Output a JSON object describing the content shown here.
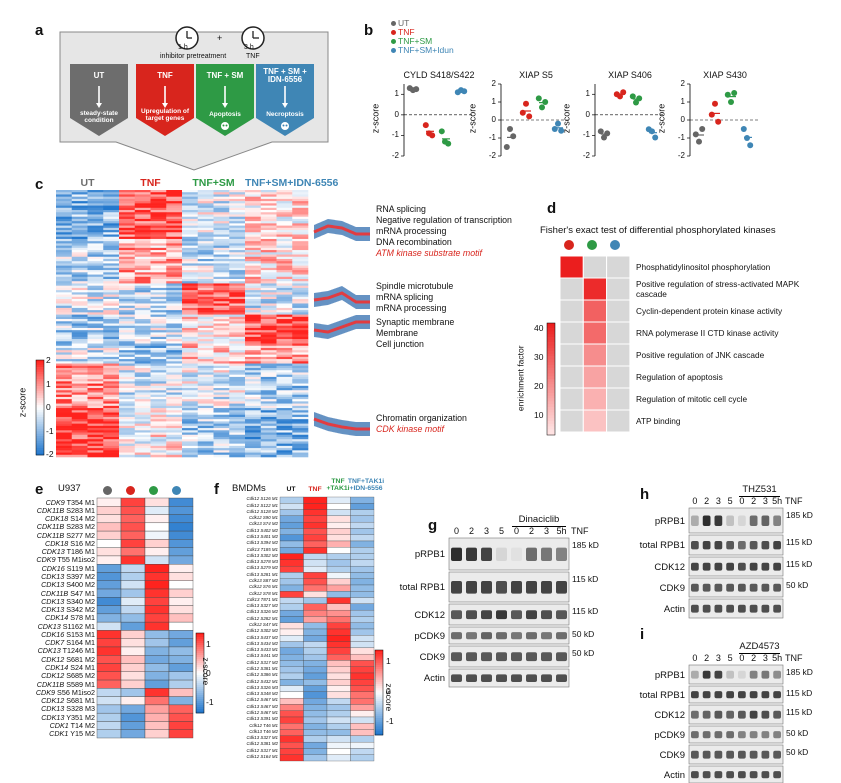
{
  "labels": {
    "a": "a",
    "b": "b",
    "c": "c",
    "d": "d",
    "e": "e",
    "f": "f",
    "g": "g",
    "h": "h",
    "i": "i"
  },
  "panel_a": {
    "clock1": "1 h",
    "clock2": "3 h",
    "plus": "+",
    "pretreat": "inhibitor pretreatment",
    "tnf_top": "TNF",
    "arrows": [
      {
        "title": "UT",
        "body": "steady-state condition",
        "color": "#6d6d6d"
      },
      {
        "title": "TNF",
        "body": "Upregulation of target genes",
        "color": "#d8251d"
      },
      {
        "title": "TNF + SM",
        "body": "Apoptosis",
        "color": "#2e9a45"
      },
      {
        "title": "TNF + SM + IDN-6556",
        "body": "Necroptosis",
        "color": "#3f86b5"
      }
    ]
  },
  "panel_b": {
    "legend": [
      {
        "label": "UT",
        "color": "#666666"
      },
      {
        "label": "TNF",
        "color": "#d8251d"
      },
      {
        "label": "TNF+SM",
        "color": "#2e9a45"
      },
      {
        "label": "TNF+SM+Idun",
        "color": "#3f86b5"
      }
    ],
    "ylabel": "z-score",
    "plots": [
      {
        "title": "CYLD S418/S422",
        "yticks": [
          "1",
          "0",
          "-1",
          "-2"
        ],
        "ymin": -2,
        "ymax": 1.5,
        "groups": [
          [
            1.3,
            1.2,
            1.25
          ],
          [
            -0.5,
            -0.9,
            -1.0
          ],
          [
            -0.8,
            -1.3,
            -1.4
          ],
          [
            1.1,
            1.2,
            1.15
          ]
        ]
      },
      {
        "title": "XIAP S5",
        "yticks": [
          "2",
          "1",
          "0",
          "-1",
          "-2"
        ],
        "ymin": -2,
        "ymax": 2,
        "groups": [
          [
            -1.5,
            -0.5,
            -0.9
          ],
          [
            0.4,
            0.9,
            0.2
          ],
          [
            1.2,
            0.7,
            1.0
          ],
          [
            -0.5,
            -0.2,
            -0.6
          ]
        ]
      },
      {
        "title": "XIAP S406",
        "yticks": [
          "1",
          "0",
          "-1",
          "-2"
        ],
        "ymin": -2,
        "ymax": 1.5,
        "groups": [
          [
            -0.8,
            -1.1,
            -0.9
          ],
          [
            1.0,
            0.9,
            1.1
          ],
          [
            0.9,
            0.6,
            0.8
          ],
          [
            -0.7,
            -0.8,
            -1.1
          ]
        ]
      },
      {
        "title": "XIAP S430",
        "yticks": [
          "2",
          "1",
          "0",
          "-1",
          "-2"
        ],
        "ymin": -2,
        "ymax": 2,
        "groups": [
          [
            -0.8,
            -1.2,
            -0.5
          ],
          [
            0.3,
            0.9,
            -0.1
          ],
          [
            1.4,
            1.0,
            1.5
          ],
          [
            -0.5,
            -1.0,
            -1.4
          ]
        ]
      }
    ]
  },
  "panel_c": {
    "groups": [
      {
        "label": "UT",
        "color": "#6d6d6d"
      },
      {
        "label": "TNF",
        "color": "#d8251d"
      },
      {
        "label": "TNF+SM",
        "color": "#2e9a45"
      },
      {
        "label": "TNF+SM+IDN-6556",
        "color": "#3f86b5"
      }
    ],
    "colorbar_label": "z-score",
    "colorbar_ticks": [
      "2",
      "1",
      "0",
      "-1",
      "-2"
    ],
    "annotations": [
      {
        "lines": [
          "RNA splicing",
          "Negative regulation of transcription",
          "mRNA processing",
          "DNA recombination"
        ],
        "red": "ATM kinase substrate motif"
      },
      {
        "lines": [
          "Spindle microtubule",
          "mRNA splicing",
          "mRNA processing"
        ],
        "red": ""
      },
      {
        "lines": [
          "Synaptic membrane",
          "Membrane",
          "Cell junction"
        ],
        "red": ""
      },
      {
        "lines": [
          "Chromatin organization"
        ],
        "red": "CDK kinase motif"
      }
    ]
  },
  "panel_d": {
    "title": "Fisher's exact test of differential phosphorylated kinases",
    "dot_colors": [
      "#d8251d",
      "#2e9a45",
      "#3f86b5"
    ],
    "ylabel": "enrichment factor",
    "cbar_ticks": [
      "40",
      "30",
      "20",
      "10"
    ],
    "terms": [
      "Phosphatidylinositol phosphorylation",
      "Positive regulation of stress-activated MAPK cascade",
      "Cyclin-dependent protein kinase activity",
      "RNA polymerase II CTD kinase activity",
      "Positive regulation of JNK cascade",
      "Regulation of apoptosis",
      "Regulation of mitotic cell cycle",
      "ATP binding"
    ],
    "matrix": [
      [
        45,
        0,
        0
      ],
      [
        0,
        42,
        0
      ],
      [
        0,
        30,
        0
      ],
      [
        0,
        28,
        0
      ],
      [
        0,
        20,
        0
      ],
      [
        0,
        15,
        0
      ],
      [
        0,
        12,
        0
      ],
      [
        0,
        8,
        0
      ]
    ]
  },
  "panel_e": {
    "title": "U937",
    "dot_colors": [
      "#666666",
      "#d8251d",
      "#2e9a45",
      "#3f86b5"
    ],
    "rows": [
      {
        "gene": "CDK9",
        "site": " T354 M1"
      },
      {
        "gene": "CDK11B",
        "site": " S283 M1"
      },
      {
        "gene": "CDK18",
        "site": " S14 M2"
      },
      {
        "gene": "CDK11B",
        "site": " S283 M2"
      },
      {
        "gene": "CDK11B",
        "site": " S277 M2"
      },
      {
        "gene": "CDK18",
        "site": " S16 M2"
      },
      {
        "gene": "CDK13",
        "site": " T186 M1"
      },
      {
        "gene": "CDK9",
        "site": " T55 M1iso2"
      },
      {
        "gene": "CDK16",
        "site": " S119 M1"
      },
      {
        "gene": "CDK13",
        "site": " S397 M2"
      },
      {
        "gene": "CDK13",
        "site": " S400 M2"
      },
      {
        "gene": "CDK11B",
        "site": " S47 M1"
      },
      {
        "gene": "CDK13",
        "site": " S340 M2"
      },
      {
        "gene": "CDK13",
        "site": " S342 M2"
      },
      {
        "gene": "CDK14",
        "site": " S78 M1"
      },
      {
        "gene": "CDK13",
        "site": " S1162 M1"
      },
      {
        "gene": "CDK16",
        "site": " S153 M1"
      },
      {
        "gene": "CDK7",
        "site": " S164 M1"
      },
      {
        "gene": "CDK13",
        "site": " T1246 M1"
      },
      {
        "gene": "CDK12",
        "site": " S681 M2"
      },
      {
        "gene": "CDK14",
        "site": " S24 M1"
      },
      {
        "gene": "CDK12",
        "site": " S685 M2"
      },
      {
        "gene": "CDK11B",
        "site": " S589 M1"
      },
      {
        "gene": "CDK9",
        "site": " S56 M1iso2"
      },
      {
        "gene": "CDK12",
        "site": " S681 M1"
      },
      {
        "gene": "CDK13",
        "site": " S328 M3"
      },
      {
        "gene": "CDK13",
        "site": " Y351 M2"
      },
      {
        "gene": "CDK1",
        "site": " T14 M2"
      },
      {
        "gene": "CDK1",
        "site": " Y15 M2"
      }
    ],
    "matrix": [
      [
        0.1,
        1.2,
        0.2,
        -1.2
      ],
      [
        0.3,
        1.1,
        -0.2,
        -1.1
      ],
      [
        0.2,
        1.0,
        0.1,
        -1.2
      ],
      [
        0.4,
        1.1,
        0.0,
        -1.3
      ],
      [
        0.3,
        1.0,
        -0.1,
        -1.2
      ],
      [
        0.0,
        1.2,
        0.3,
        -1.1
      ],
      [
        0.2,
        0.9,
        0.1,
        -1.0
      ],
      [
        0.1,
        1.3,
        -0.3,
        -0.9
      ],
      [
        -1.0,
        -0.4,
        1.4,
        0.1
      ],
      [
        -1.1,
        -0.5,
        1.3,
        0.2
      ],
      [
        -1.0,
        -0.3,
        1.4,
        0.0
      ],
      [
        -0.9,
        -0.6,
        1.3,
        0.3
      ],
      [
        -1.2,
        -0.2,
        1.2,
        0.1
      ],
      [
        -1.0,
        -0.4,
        1.3,
        0.2
      ],
      [
        -0.8,
        -0.7,
        1.2,
        0.4
      ],
      [
        -0.3,
        -1.0,
        1.3,
        0.0
      ],
      [
        1.3,
        0.3,
        -0.7,
        -0.9
      ],
      [
        1.2,
        0.2,
        -0.6,
        -1.0
      ],
      [
        1.3,
        0.1,
        -0.8,
        -0.7
      ],
      [
        1.1,
        0.4,
        -0.9,
        -0.8
      ],
      [
        1.2,
        0.3,
        -0.7,
        -1.0
      ],
      [
        1.1,
        0.2,
        -0.8,
        -0.6
      ],
      [
        1.0,
        0.3,
        -1.0,
        -0.5
      ],
      [
        -0.4,
        -0.6,
        1.3,
        0.4
      ],
      [
        -0.3,
        0.1,
        0.9,
        -0.8
      ],
      [
        -0.6,
        -0.9,
        0.6,
        1.0
      ],
      [
        -0.5,
        -1.1,
        0.5,
        1.1
      ],
      [
        -0.4,
        -1.0,
        0.4,
        1.2
      ],
      [
        -0.5,
        -0.9,
        0.3,
        1.2
      ]
    ],
    "colorbar_label": "z-score",
    "colorbar_ticks": [
      "1",
      "0",
      "-1"
    ]
  },
  "panel_f": {
    "title": "BMDMs",
    "cols": [
      {
        "label": "UT",
        "color": "#111111"
      },
      {
        "label": "TNF",
        "color": "#d8251d"
      },
      {
        "label": "TNF +TAK1i",
        "color": "#2e9a45"
      },
      {
        "label": "TNF+TAK1i +IDN-6556",
        "color": "#3f86b5"
      }
    ],
    "rows": [
      "Cdk12 S126 M1",
      "Cdk12 S122 M1",
      "Cdk12 S128 M2",
      "Cdk12 S90 M1",
      "Cdk13 S74 M2",
      "Cdk13 S402 M2",
      "Cdk13 S401 M2",
      "Cdk13 S394 M2",
      "Cdk13 T185 M1",
      "Cdk13 S302 M2",
      "Cdk13 S278 M3",
      "Cdk13 S279 M2",
      "Cdk13 S281 M1",
      "Cdk13 S87 M2",
      "Cdk12 S76 M1",
      "Cdk12 S78 M1",
      "Cdk13 T871 M1",
      "Cdk13 S327 M2",
      "Cdk13 S326 M2",
      "Cdk12 S282 M1",
      "Cdk12 S47 M1",
      "Cdk12 S302 M2",
      "Cdk13 S437 M2",
      "Cdk13 S434 M2",
      "Cdk13 S433 M1",
      "Cdk13 S441 M2",
      "Cdk12 S317 M2",
      "Cdk12 S381 M1",
      "Cdk12 S386 M1",
      "Cdk12 S432 M1",
      "Cdk13 S326 M3",
      "Cdk13 S348 M2",
      "Cdk12 S467 M1",
      "Cdk13 S467 M2",
      "Cdk12 S467 M1",
      "Cdk13 S391 M2",
      "Cdk12 T46 M1",
      "Cdk13 T46 M2",
      "Cdk13 S327 M1",
      "Cdk12 S381 M2",
      "Cdk12 S317 M1",
      "Cdk12 S164 M1"
    ],
    "matrix": [
      [
        -0.5,
        1.5,
        -0.2,
        -0.8
      ],
      [
        -0.3,
        1.4,
        0.0,
        -1.0
      ],
      [
        -0.6,
        1.3,
        -0.3,
        -0.5
      ],
      [
        -0.9,
        1.2,
        0.2,
        -0.6
      ],
      [
        -1.0,
        1.3,
        0.1,
        -0.4
      ],
      [
        -0.8,
        1.1,
        0.3,
        -0.6
      ],
      [
        -1.1,
        1.2,
        0.2,
        -0.4
      ],
      [
        -0.7,
        1.0,
        0.5,
        -0.8
      ],
      [
        -0.9,
        1.3,
        0.0,
        -0.5
      ],
      [
        1.4,
        -0.4,
        -0.5,
        -0.5
      ],
      [
        1.3,
        -0.3,
        -0.6,
        -0.4
      ],
      [
        1.2,
        -0.2,
        -0.5,
        -0.6
      ],
      [
        -0.5,
        1.2,
        -0.1,
        -0.7
      ],
      [
        -0.6,
        1.1,
        0.3,
        -0.8
      ],
      [
        -0.8,
        0.9,
        0.6,
        -0.7
      ],
      [
        1.2,
        0.2,
        -0.7,
        -0.7
      ],
      [
        -0.4,
        -0.6,
        1.3,
        -0.3
      ],
      [
        -0.5,
        1.0,
        0.4,
        -0.9
      ],
      [
        -0.9,
        0.8,
        0.7,
        -0.6
      ],
      [
        -1.0,
        0.6,
        0.9,
        -0.5
      ],
      [
        0.2,
        -0.7,
        1.2,
        -0.7
      ],
      [
        0.1,
        -0.8,
        1.3,
        -0.6
      ],
      [
        -0.2,
        -0.9,
        1.4,
        -0.3
      ],
      [
        -0.6,
        -0.4,
        1.3,
        -0.3
      ],
      [
        -0.9,
        -0.5,
        1.2,
        0.2
      ],
      [
        -0.8,
        -0.6,
        1.0,
        0.4
      ],
      [
        -0.7,
        -0.8,
        0.4,
        1.1
      ],
      [
        -0.6,
        -0.9,
        0.3,
        1.2
      ],
      [
        -0.5,
        -1.0,
        0.2,
        1.3
      ],
      [
        -0.8,
        -0.7,
        0.3,
        1.2
      ],
      [
        -0.2,
        -1.0,
        0.1,
        1.1
      ],
      [
        0.0,
        -1.1,
        0.2,
        0.9
      ],
      [
        0.4,
        -0.9,
        -0.4,
        0.9
      ],
      [
        0.8,
        -0.8,
        -0.6,
        0.6
      ],
      [
        1.1,
        -0.7,
        -0.5,
        0.1
      ],
      [
        1.2,
        -0.6,
        -0.3,
        -0.3
      ],
      [
        0.9,
        -0.8,
        -0.5,
        0.4
      ],
      [
        1.0,
        -0.7,
        -0.7,
        0.4
      ],
      [
        1.3,
        -0.5,
        -0.3,
        -0.5
      ],
      [
        1.1,
        -0.9,
        -0.1,
        -0.1
      ],
      [
        1.2,
        -0.8,
        0.0,
        -0.4
      ],
      [
        1.3,
        -0.6,
        -0.2,
        -0.5
      ]
    ],
    "colorbar_label": "z-score",
    "colorbar_ticks": [
      "1",
      "0",
      "-1"
    ]
  },
  "panel_g": {
    "lanes": [
      "0",
      "2",
      "3",
      "5",
      "0",
      "2",
      "3",
      "5h"
    ],
    "treatment": "Dinaciclib",
    "tnf": "TNF",
    "rows": [
      {
        "label": "pRPB1",
        "kd": "185 kD",
        "int": [
          0.9,
          0.85,
          0.8,
          0.1,
          0.05,
          0.6,
          0.55,
          0.5
        ]
      },
      {
        "label": "total RPB1",
        "kd": "115 kD",
        "int": [
          0.8,
          0.8,
          0.8,
          0.75,
          0.8,
          0.8,
          0.8,
          0.8
        ]
      },
      {
        "label": "CDK12",
        "kd": "115 kD",
        "int": [
          0.7,
          0.75,
          0.8,
          0.85,
          0.7,
          0.8,
          0.75,
          0.7
        ]
      },
      {
        "label": "pCDK9",
        "kd": "50 kD",
        "int": [
          0.6,
          0.55,
          0.65,
          0.6,
          0.55,
          0.6,
          0.55,
          0.6
        ]
      },
      {
        "label": "CDK9",
        "kd": "50 kD",
        "int": [
          0.7,
          0.7,
          0.7,
          0.7,
          0.7,
          0.7,
          0.7,
          0.7
        ]
      },
      {
        "label": "Actin",
        "kd": "",
        "int": [
          0.75,
          0.75,
          0.75,
          0.75,
          0.75,
          0.75,
          0.75,
          0.75
        ]
      }
    ]
  },
  "panel_h": {
    "lanes": [
      "0",
      "2",
      "3",
      "5",
      "0",
      "2",
      "3",
      "5h"
    ],
    "treatment": "THZ531",
    "tnf": "TNF",
    "rows": [
      {
        "label": "pRPB1",
        "kd": "185 kD",
        "int": [
          0.3,
          0.9,
          0.85,
          0.2,
          0.1,
          0.6,
          0.65,
          0.5
        ]
      },
      {
        "label": "total RPB1",
        "kd": "115 kD",
        "int": [
          0.75,
          0.8,
          0.8,
          0.7,
          0.6,
          0.7,
          0.75,
          0.8
        ]
      },
      {
        "label": "CDK12",
        "kd": "115 kD",
        "int": [
          0.8,
          0.8,
          0.8,
          0.8,
          0.75,
          0.8,
          0.8,
          0.8
        ]
      },
      {
        "label": "CDK9",
        "kd": "50 kD",
        "int": [
          0.7,
          0.7,
          0.7,
          0.7,
          0.7,
          0.7,
          0.7,
          0.7
        ]
      },
      {
        "label": "Actin",
        "kd": "",
        "int": [
          0.75,
          0.75,
          0.75,
          0.75,
          0.75,
          0.75,
          0.75,
          0.75
        ]
      }
    ]
  },
  "panel_i": {
    "lanes": [
      "0",
      "2",
      "3",
      "5",
      "0",
      "2",
      "3",
      "5h"
    ],
    "treatment": "AZD4573",
    "tnf": "TNF",
    "rows": [
      {
        "label": "pRPB1",
        "kd": "185 kD",
        "int": [
          0.3,
          0.85,
          0.8,
          0.2,
          0.1,
          0.5,
          0.55,
          0.45
        ]
      },
      {
        "label": "total RPB1",
        "kd": "115 kD",
        "int": [
          0.8,
          0.8,
          0.8,
          0.8,
          0.8,
          0.8,
          0.8,
          0.8
        ]
      },
      {
        "label": "CDK12",
        "kd": "115 kD",
        "int": [
          0.6,
          0.65,
          0.7,
          0.65,
          0.7,
          0.8,
          0.75,
          0.7
        ]
      },
      {
        "label": "pCDK9",
        "kd": "50 kD",
        "int": [
          0.6,
          0.6,
          0.6,
          0.6,
          0.5,
          0.5,
          0.5,
          0.5
        ]
      },
      {
        "label": "CDK9",
        "kd": "50 kD",
        "int": [
          0.7,
          0.7,
          0.7,
          0.7,
          0.7,
          0.7,
          0.7,
          0.7
        ]
      },
      {
        "label": "Actin",
        "kd": "",
        "int": [
          0.75,
          0.75,
          0.75,
          0.75,
          0.75,
          0.75,
          0.75,
          0.75
        ]
      }
    ]
  }
}
